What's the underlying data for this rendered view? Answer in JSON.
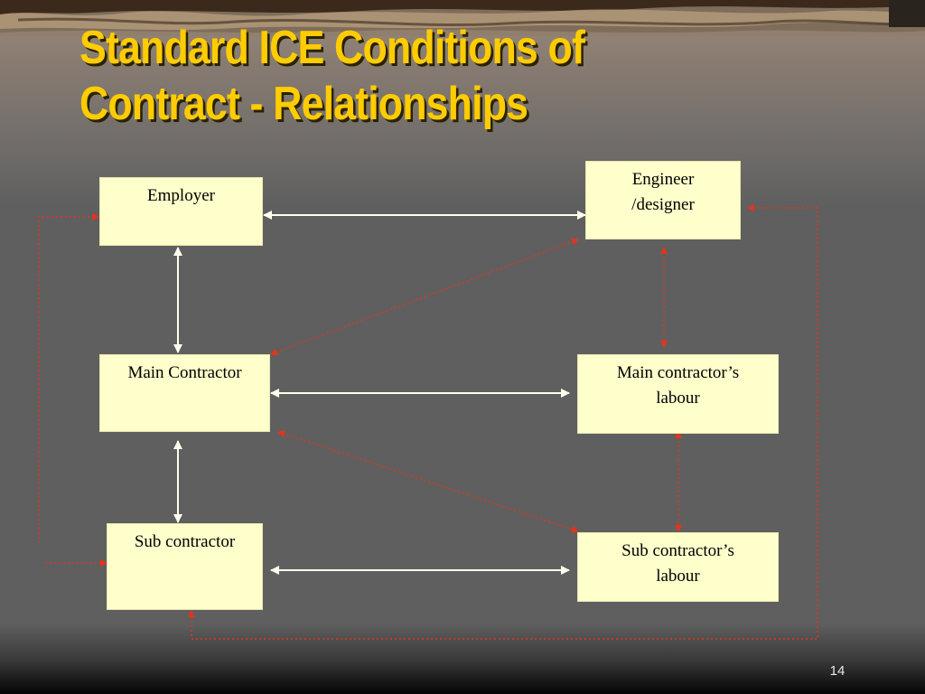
{
  "slide": {
    "title_line1": "Standard ICE Conditions of",
    "title_line2": "Contract - Relationships",
    "page_number": "14"
  },
  "colors": {
    "title": "#ffcc00",
    "box_fill": "#ffffcc",
    "solid_arrow": "#ffffee",
    "dotted_arrow": "#e8321a",
    "background": "#5f5f5f"
  },
  "nodes": {
    "employer": {
      "line1": "Employer",
      "line2": ""
    },
    "engineer": {
      "line1": "Engineer",
      "line2": "/designer"
    },
    "main_contractor": {
      "line1": "Main Contractor",
      "line2": ""
    },
    "main_labour": {
      "line1": "Main contractor’s",
      "line2": "labour"
    },
    "sub_contractor": {
      "line1": "Sub contractor",
      "line2": ""
    },
    "sub_labour": {
      "line1": "Sub contractor’s",
      "line2": "labour"
    }
  },
  "edges": [
    {
      "from": "employer",
      "to": "engineer",
      "style": "solid",
      "direction": "both"
    },
    {
      "from": "employer",
      "to": "main_contractor",
      "style": "solid",
      "direction": "both"
    },
    {
      "from": "main_contractor",
      "to": "main_labour",
      "style": "solid",
      "direction": "both"
    },
    {
      "from": "main_contractor",
      "to": "sub_contractor",
      "style": "solid",
      "direction": "both"
    },
    {
      "from": "sub_contractor",
      "to": "sub_labour",
      "style": "solid",
      "direction": "both"
    },
    {
      "from": "engineer",
      "to": "main_contractor",
      "style": "dotted",
      "direction": "both"
    },
    {
      "from": "engineer",
      "to": "main_labour",
      "style": "dotted",
      "direction": "both"
    },
    {
      "from": "main_contractor",
      "to": "sub_labour",
      "style": "dotted",
      "direction": "both"
    },
    {
      "from": "main_labour",
      "to": "sub_labour",
      "style": "dotted",
      "direction": "both"
    },
    {
      "from": "employer",
      "to": "sub_contractor",
      "style": "dotted",
      "direction": "both",
      "route": "left-side loop"
    },
    {
      "from": "engineer",
      "to": "sub_contractor",
      "style": "dotted",
      "direction": "both",
      "route": "right and bottom loop"
    }
  ]
}
